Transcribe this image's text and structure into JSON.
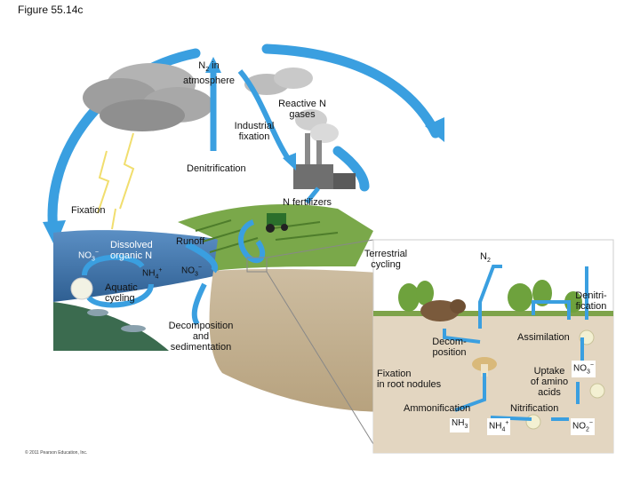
{
  "figure": {
    "title": "Figure 55.14c",
    "copyright": "© 2011 Pearson Education, Inc."
  },
  "labels": {
    "n2_atmosphere_1": "N",
    "n2_atmosphere_sub": "2",
    "n2_atmosphere_2": " in",
    "n2_atmosphere_3": "atmosphere",
    "reactive_n_1": "Reactive N",
    "reactive_n_2": "gases",
    "industrial_1": "Industrial",
    "industrial_2": "fixation",
    "denitrification_top": "Denitrification",
    "n_fertilizers": "N fertilizers",
    "fixation_left": "Fixation",
    "runoff": "Runoff",
    "dissolved_1": "Dissolved",
    "dissolved_2": "organic N",
    "no3_left": "NO",
    "no3_left_sub": "3",
    "no3_left_sup": "−",
    "nh4_aquatic": "NH",
    "nh4_aquatic_sub": "4",
    "nh4_aquatic_sup": "+",
    "no3_runoff": "NO",
    "no3_runoff_sub": "3",
    "no3_runoff_sup": "−",
    "aquatic_1": "Aquatic",
    "aquatic_2": "cycling",
    "decomp_sed_1": "Decomposition",
    "decomp_sed_2": "and",
    "decomp_sed_3": "sedimentation",
    "terrestrial_1": "Terrestrial",
    "terrestrial_2": "cycling",
    "n2_terrestrial": "N",
    "n2_terrestrial_sub": "2",
    "denitri_1": "Denitri-",
    "denitri_2": "fication",
    "assimilation": "Assimilation",
    "decom_1": "Decom-",
    "decom_2": "position",
    "uptake_1": "Uptake",
    "uptake_2": "of amino",
    "uptake_3": "acids",
    "no3_uptake": "NO",
    "no3_uptake_sub": "3",
    "no3_uptake_sup": "−",
    "fixation_root_1": "Fixation",
    "fixation_root_2": "in root nodules",
    "ammonification": "Ammonification",
    "nitrification": "Nitrification",
    "nh3": "NH",
    "nh3_sub": "3",
    "nh4_soil": "NH",
    "nh4_soil_sub": "4",
    "nh4_soil_sup": "+",
    "no2": "NO",
    "no2_sub": "2",
    "no2_sup": "−"
  },
  "colors": {
    "arrow_blue": "#3a9fe0",
    "arrow_dark": "#1c6fb5",
    "water": "#4d7fb5",
    "soil": "#c4b296",
    "grass": "#6b9c3a",
    "cloud": "#a9a9a9",
    "lightning": "#f4e07a"
  }
}
